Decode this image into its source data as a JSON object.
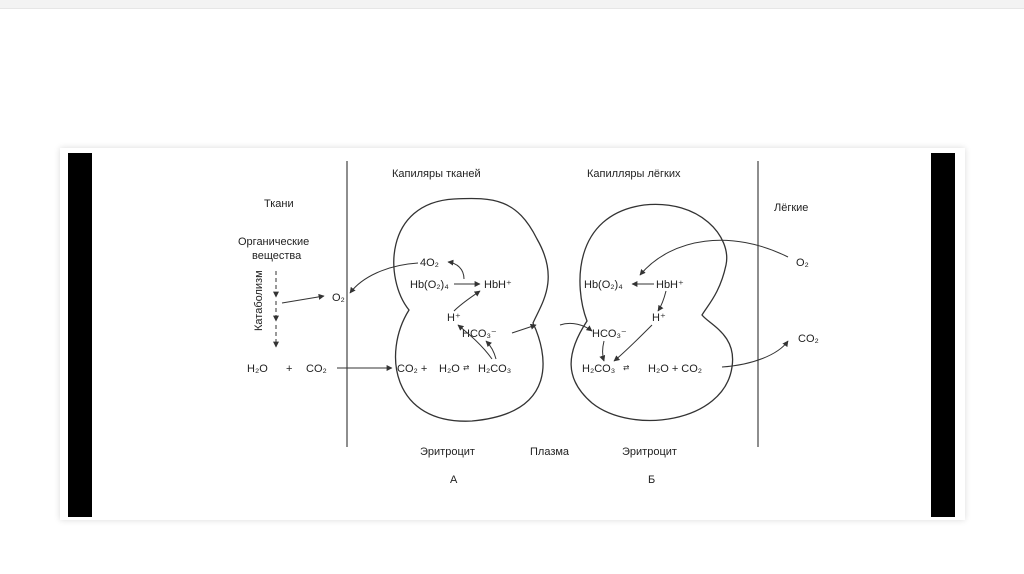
{
  "diagram": {
    "header": {
      "tissue_capillaries": "Капиляры тканей",
      "lung_capillaries": "Капилляры лёгких"
    },
    "left": {
      "tissues": "Ткани",
      "organic_line1": "Органические",
      "organic_line2": "вещества",
      "catabolism": "Катаболизм",
      "o2": "O₂",
      "h2o": "H₂O",
      "plus": "+",
      "co2": "CO₂"
    },
    "right": {
      "lungs": "Лёгкие",
      "o2": "O₂",
      "co2": "CO₂"
    },
    "cell_a": {
      "four_o2": "4O₂",
      "hbo2": "Hb(O₂)₄",
      "hbh": "HbH⁺",
      "h_plus": "H⁺",
      "hco3": "HCO₃⁻",
      "co2_plus": "CO₂ +",
      "h2o": "H₂O",
      "h2co3": "H₂CO₃"
    },
    "cell_b": {
      "hbo2": "Hb(O₂)₄",
      "hbh": "HbH⁺",
      "h_plus": "H⁺",
      "hco3": "HCO₃⁻",
      "h2co3": "H₂CO₃",
      "h2o_co2": "H₂O + CO₂"
    },
    "bottom": {
      "erythrocyte_a": "Эритроцит",
      "plasma": "Плазма",
      "erythrocyte_b": "Эритроцит",
      "letter_a": "А",
      "letter_b": "Б"
    }
  }
}
